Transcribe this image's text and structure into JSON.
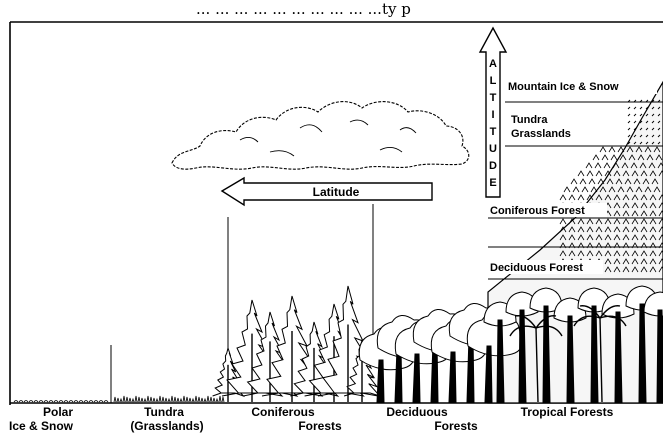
{
  "caption": "... ... ... ... ... ... ... ... ... ...ty p",
  "axes": {
    "latitude_label": "Latitude",
    "altitude_letters": [
      "A",
      "L",
      "T",
      "I",
      "T",
      "U",
      "D",
      "E"
    ]
  },
  "altitude_zones": [
    {
      "id": "mountain-ice",
      "label": "Mountain Ice & Snow"
    },
    {
      "id": "tundra",
      "label_line1": "Tundra",
      "label_line2": "Grasslands"
    },
    {
      "id": "coniferous",
      "label": "Coniferous Forest"
    },
    {
      "id": "deciduous",
      "label": "Deciduous Forest"
    }
  ],
  "latitude_zones": [
    {
      "id": "polar",
      "line1": "Polar",
      "line2": "Ice & Snow"
    },
    {
      "id": "tundra",
      "line1": "Tundra",
      "line2": "(Grasslands)"
    },
    {
      "id": "coniferous",
      "line1": "Coniferous",
      "line2": "Forests"
    },
    {
      "id": "deciduous",
      "line1": "Deciduous",
      "line2": "Forests"
    },
    {
      "id": "tropical",
      "line1": "Tropical Forests"
    }
  ],
  "colors": {
    "ink": "#000000",
    "paper": "#ffffff"
  }
}
